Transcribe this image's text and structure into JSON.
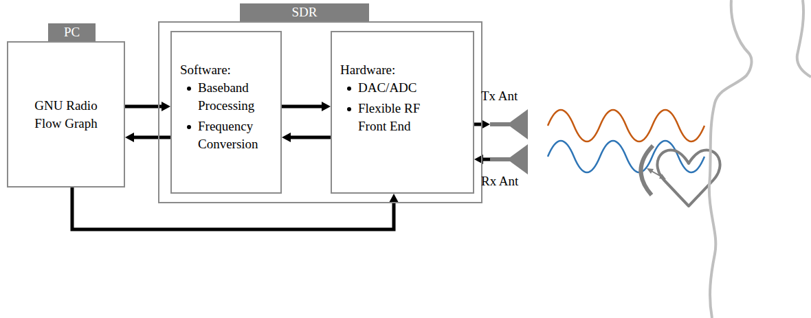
{
  "diagram": {
    "nodes": [
      {
        "text": [
          "PC",
          "GNU Radio Flow Graph"
        ]
      },
      {
        "text": [
          "SDR"
        ]
      },
      {
        "text": [
          "Software:",
          "Baseband Processing",
          "Frequency Conversion"
        ],
        "in": 1
      },
      {
        "text": [
          "Hardware:",
          "DAC/ADC",
          "Flexible RF Front End"
        ],
        "in": 1
      }
    ],
    "edges": [
      {
        "from": 0,
        "to": 2,
        "arrow": "to"
      },
      {
        "from": 2,
        "to": 0,
        "arrow": "to"
      },
      {
        "from": 2,
        "to": 3,
        "arrow": "to"
      },
      {
        "from": 3,
        "to": 2,
        "arrow": "to"
      },
      {
        "from": 0,
        "to": 3,
        "arrow": "to"
      }
    ],
    "labels": [
      "Tx Ant",
      "Rx Ant"
    ]
  }
}
